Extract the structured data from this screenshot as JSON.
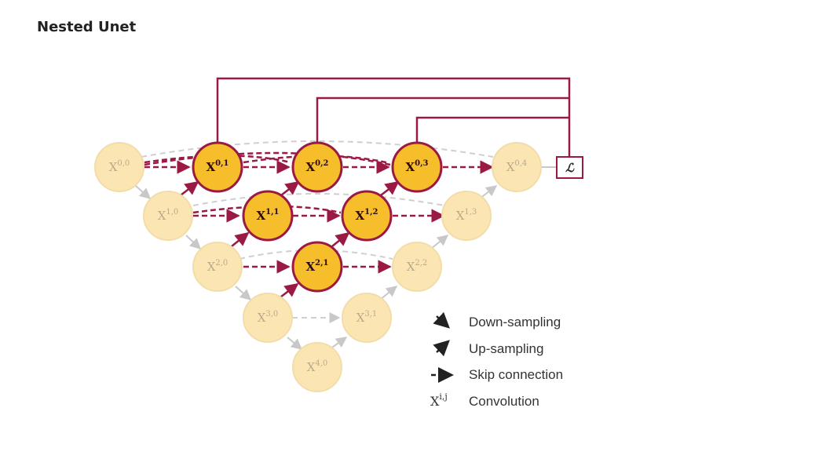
{
  "page": {
    "title": "Nested Unet"
  },
  "diagram": {
    "nodes": [
      {
        "id": "x00",
        "base": "X",
        "sup": "0,0",
        "active": false
      },
      {
        "id": "x10",
        "base": "X",
        "sup": "1,0",
        "active": false
      },
      {
        "id": "x20",
        "base": "X",
        "sup": "2,0",
        "active": false
      },
      {
        "id": "x30",
        "base": "X",
        "sup": "3,0",
        "active": false
      },
      {
        "id": "x40",
        "base": "X",
        "sup": "4,0",
        "active": false
      },
      {
        "id": "x01",
        "base": "X",
        "sup": "0,1",
        "active": true
      },
      {
        "id": "x11",
        "base": "X",
        "sup": "1,1",
        "active": true
      },
      {
        "id": "x21",
        "base": "X",
        "sup": "2,1",
        "active": true
      },
      {
        "id": "x31",
        "base": "X",
        "sup": "3,1",
        "active": false
      },
      {
        "id": "x02",
        "base": "X",
        "sup": "0,2",
        "active": true
      },
      {
        "id": "x12",
        "base": "X",
        "sup": "1,2",
        "active": true
      },
      {
        "id": "x22",
        "base": "X",
        "sup": "2,2",
        "active": false
      },
      {
        "id": "x03",
        "base": "X",
        "sup": "0,3",
        "active": true
      },
      {
        "id": "x13",
        "base": "X",
        "sup": "1,3",
        "active": false
      },
      {
        "id": "x04",
        "base": "X",
        "sup": "0,4",
        "active": false
      }
    ],
    "loss_label": "ℒ",
    "colors": {
      "active_fill": "#f6be2a",
      "active_stroke": "#9b1a43",
      "inactive_fill": "#fbe6b3",
      "inactive_stroke": "#f2dcaa",
      "connection": "#9b1a43",
      "inactive_connection": "#c8c8c8"
    }
  },
  "legend": {
    "items": [
      {
        "icon": "down-arrow-icon",
        "label": "Down-sampling"
      },
      {
        "icon": "up-arrow-icon",
        "label": "Up-sampling"
      },
      {
        "icon": "dashed-arrow-icon",
        "label": "Skip connection"
      },
      {
        "icon": "convolution-symbol",
        "label": "Convolution",
        "symbol_base": "X",
        "symbol_sup": "i,j"
      }
    ]
  }
}
